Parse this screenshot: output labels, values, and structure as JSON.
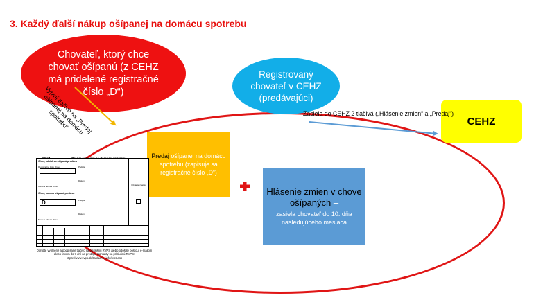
{
  "title": "3. Každý ďalší nákup ošípanej na domácu spotrebu",
  "breeder": {
    "text": "Chovateľ, ktorý chce chovať ošípanú (z CEHZ má pridelené registračné číslo „D“)"
  },
  "registered": {
    "text": "Registrovaný chovateľ v CEHZ (predávajúci)"
  },
  "cehz": {
    "label": "CEHZ"
  },
  "send_label": "Zasiela do CEHZ 2 tlačivá („Hlásenie zmien“ a „Predaj“)",
  "fill_label": "Vyplní tlačivo na „Predaj ošípanej na domácu spotrebu“",
  "predaj": {
    "lead": "Predaj",
    "rest": " ošípanej na domácu spotrebu (zapisuje sa registračné číslo „D“)"
  },
  "hlasenie": {
    "title": "Hlásenie zmien v chove ošípaných",
    "dash": " –",
    "sub": "zasiela chovateľ do 10. dňa nasledujúceho mesiaca"
  },
  "form": {
    "header_left": "CEHZ",
    "header_center": "Predaj ošípanej na domácu spotrebu",
    "seller_section": "Chov, odkiaľ sa ošípaná predáva",
    "buyer_section": "Chov, kam sa ošípaná predáva",
    "reg_label": "Registračné číslo chovu",
    "name_label": "Meno a adresa chovu",
    "date_label": "Dátum",
    "sign_label": "Podpis",
    "buyer_code": "D",
    "box_label": "Označte značku",
    "footer": "Doručte vyplnené a podpísané tlačivo na príslušnú RVPS alebo odošlite poštou, e-mailom alebo faxom do 7 dní od predaja. Kontakty na príslušnú RVPS: https://www.svps.sk/zakladne_info/rvps.asp"
  },
  "colors": {
    "red": "#ee1111",
    "blue": "#12aee8",
    "yellow": "#ffff00",
    "orange": "#ffbf00",
    "steel": "#5b9bd5",
    "arrow_blue": "#5b9bd5",
    "arrow_orange": "#f2b600"
  },
  "icons": {
    "plus": "red-cross-icon",
    "arrow1": "arrow-down-right-icon",
    "arrow2": "arrow-right-icon"
  }
}
